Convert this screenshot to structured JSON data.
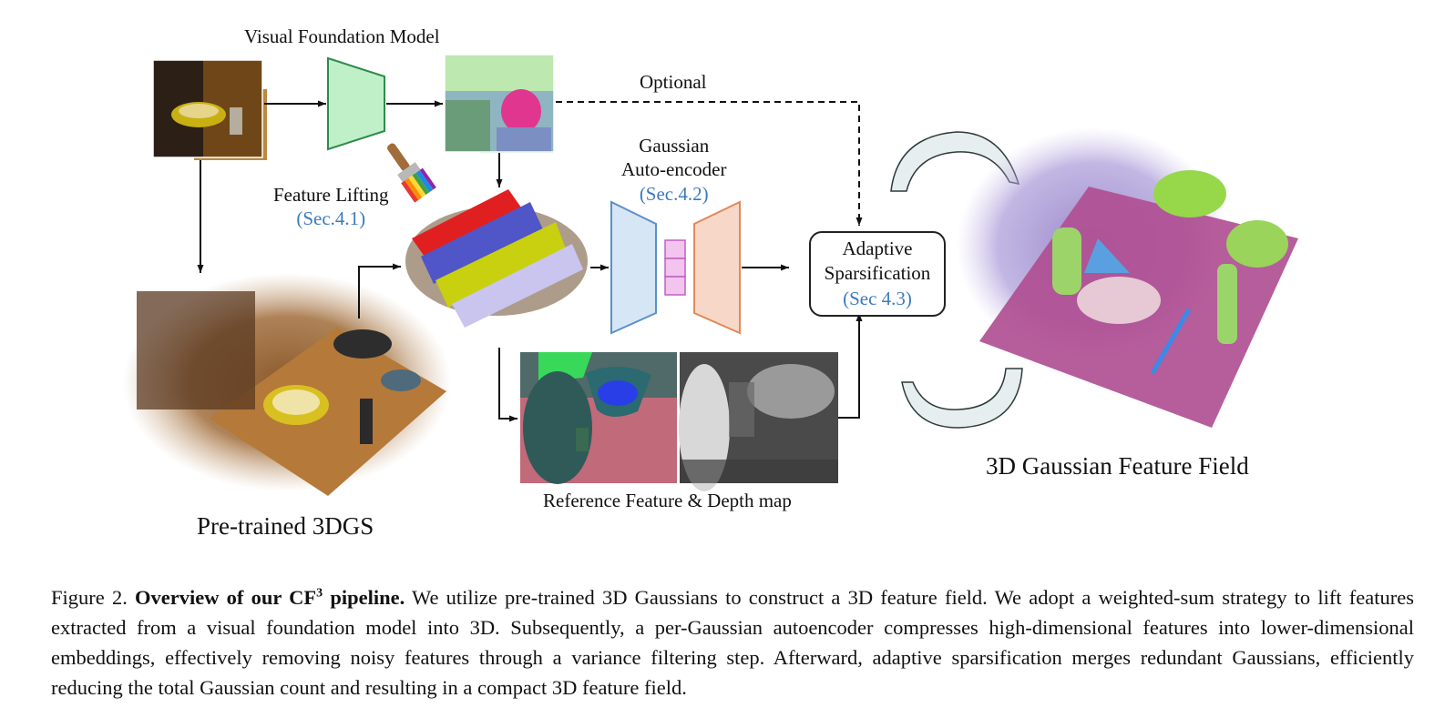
{
  "figure": {
    "vfm_label": "Visual Foundation Model",
    "optional_label": "Optional",
    "feature_lifting_label": "Feature Lifting",
    "feature_lifting_ref": "(Sec.4.1)",
    "autoencoder_label_1": "Gaussian",
    "autoencoder_label_2": "Auto-encoder",
    "autoencoder_ref": "(Sec.4.2)",
    "sparsification_label_1": "Adaptive",
    "sparsification_label_2": "Sparsification",
    "sparsification_ref": "(Sec 4.3)",
    "reference_label": "Reference Feature & Depth map",
    "pretrained_label": "Pre-trained 3DGS",
    "feature_field_label": "3D Gaussian Feature Field"
  },
  "caption": {
    "prefix": "Figure 2. ",
    "bold_part1": "Overview of our CF",
    "bold_sup": "3",
    "bold_part2": " pipeline.",
    "body": " We utilize pre-trained 3D Gaussians to construct a 3D feature field. We adopt a weighted-sum strategy to lift features extracted from a visual foundation model into 3D. Subsequently, a per-Gaussian autoencoder compresses high-dimensional features into lower-dimensional embeddings, effectively removing noisy features through a variance filtering step. Afterward, adaptive sparsification merges redundant Gaussians, efficiently reducing the total Gaussian count and resulting in a compact 3D feature field."
  },
  "colors": {
    "encoder_green": "#bff0c8",
    "ae_blue": "#d6e6f5",
    "ae_pink": "#f7d8c8",
    "latent_magenta": "#f2c4ee",
    "ref_blue": "#3b7bbf"
  }
}
